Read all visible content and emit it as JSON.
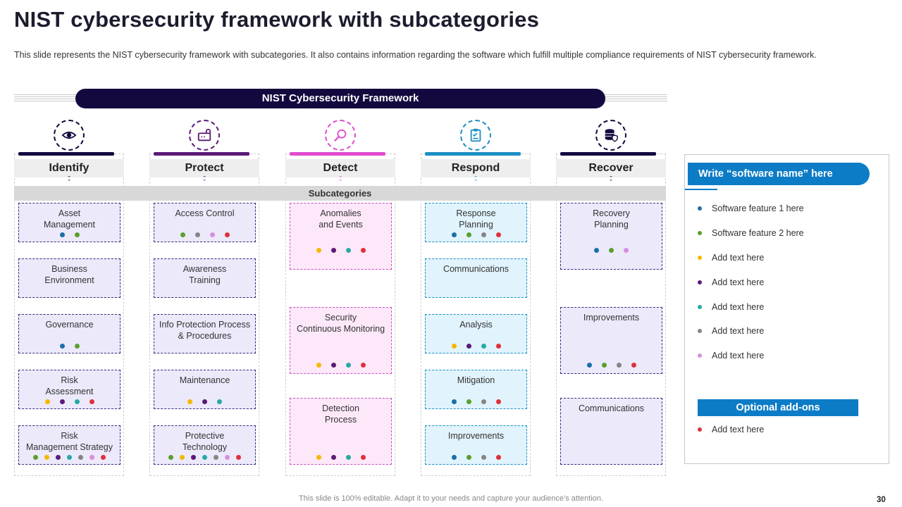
{
  "title": "NIST cybersecurity framework with subcategories",
  "description": "This slide represents the NIST cybersecurity framework with subcategories. It also contains information regarding the software which fulfill multiple compliance requirements of NIST cybersecurity framework.",
  "framework_label": "NIST Cybersecurity Framework",
  "subcategories_label": "Subcategories",
  "dot_colors": {
    "blue": "#1b6fa8",
    "green": "#5aa02c",
    "yellow": "#f5b800",
    "purple": "#5b1a78",
    "teal": "#2aa9a3",
    "gray": "#858585",
    "lilac": "#d68fe0",
    "red": "#e0303a"
  },
  "columns": [
    {
      "name": "Identify",
      "accent": "#14093f",
      "icon": "eye-icon",
      "cards": [
        {
          "label": "Asset\nManagement",
          "dots": [
            "blue",
            "green"
          ]
        },
        {
          "label": "Business\nEnvironment",
          "dots": []
        },
        {
          "label": "Governance",
          "dots": [
            "blue",
            "green"
          ]
        },
        {
          "label": "Risk\nAssessment",
          "dots": [
            "yellow",
            "purple",
            "teal",
            "red"
          ]
        },
        {
          "label": "Risk\nManagement Strategy",
          "dots": [
            "green",
            "yellow",
            "purple",
            "teal",
            "gray",
            "lilac",
            "red"
          ]
        }
      ]
    },
    {
      "name": "Protect",
      "accent": "#5b1a78",
      "icon": "lock-icon",
      "cards": [
        {
          "label": "Access Control",
          "dots": [
            "green",
            "gray",
            "lilac",
            "red"
          ]
        },
        {
          "label": "Awareness\nTraining",
          "dots": []
        },
        {
          "label": "Info Protection Process\n& Procedures",
          "dots": []
        },
        {
          "label": "Maintenance",
          "dots": [
            "yellow",
            "purple",
            "teal"
          ]
        },
        {
          "label": "Protective\nTechnology",
          "dots": [
            "green",
            "yellow",
            "purple",
            "teal",
            "gray",
            "lilac",
            "red"
          ]
        }
      ]
    },
    {
      "name": "Detect",
      "accent": "#e04ccf",
      "icon": "magnifier-icon",
      "cards": [
        {
          "label": "Anomalies\nand Events",
          "dots": [
            "yellow",
            "purple",
            "teal",
            "red"
          ]
        },
        {
          "label": "Security\nContinuous Monitoring",
          "dots": [
            "yellow",
            "purple",
            "teal",
            "red"
          ]
        },
        {
          "label": "Detection\nProcess",
          "dots": [
            "yellow",
            "purple",
            "teal",
            "red"
          ]
        }
      ]
    },
    {
      "name": "Respond",
      "accent": "#1b8fc4",
      "icon": "clipboard-icon",
      "cards": [
        {
          "label": "Response\nPlanning",
          "dots": [
            "blue",
            "green",
            "gray",
            "red"
          ]
        },
        {
          "label": "Communications",
          "dots": []
        },
        {
          "label": "Analysis",
          "dots": [
            "yellow",
            "purple",
            "teal",
            "red"
          ]
        },
        {
          "label": "Mitigation",
          "dots": [
            "blue",
            "green",
            "gray",
            "red"
          ]
        },
        {
          "label": "Improvements",
          "dots": [
            "blue",
            "green",
            "gray",
            "red"
          ]
        }
      ]
    },
    {
      "name": "Recover",
      "accent": "#14093f",
      "icon": "database-shield-icon",
      "cards": [
        {
          "label": "Recovery\nPlanning",
          "dots": [
            "blue",
            "green",
            "lilac"
          ]
        },
        {
          "label": "Improvements",
          "dots": [
            "blue",
            "green",
            "gray",
            "red"
          ]
        },
        {
          "label": "Communications",
          "dots": []
        }
      ]
    }
  ],
  "panel": {
    "heading": "Write “software name” here",
    "features": [
      {
        "label": "Software feature  1 here",
        "color": "blue"
      },
      {
        "label": "Software feature  2 here",
        "color": "green"
      },
      {
        "label": "Add text here",
        "color": "yellow"
      },
      {
        "label": "Add text here",
        "color": "purple"
      },
      {
        "label": "Add text here",
        "color": "teal"
      },
      {
        "label": "Add text here",
        "color": "gray"
      },
      {
        "label": "Add text here",
        "color": "lilac"
      }
    ],
    "addons_label": "Optional add-ons",
    "addons": [
      {
        "label": "Add text here",
        "color": "red"
      }
    ]
  },
  "footer": "This slide is 100% editable. Adapt it to your needs and capture your audience’s attention.",
  "page_number": "30"
}
